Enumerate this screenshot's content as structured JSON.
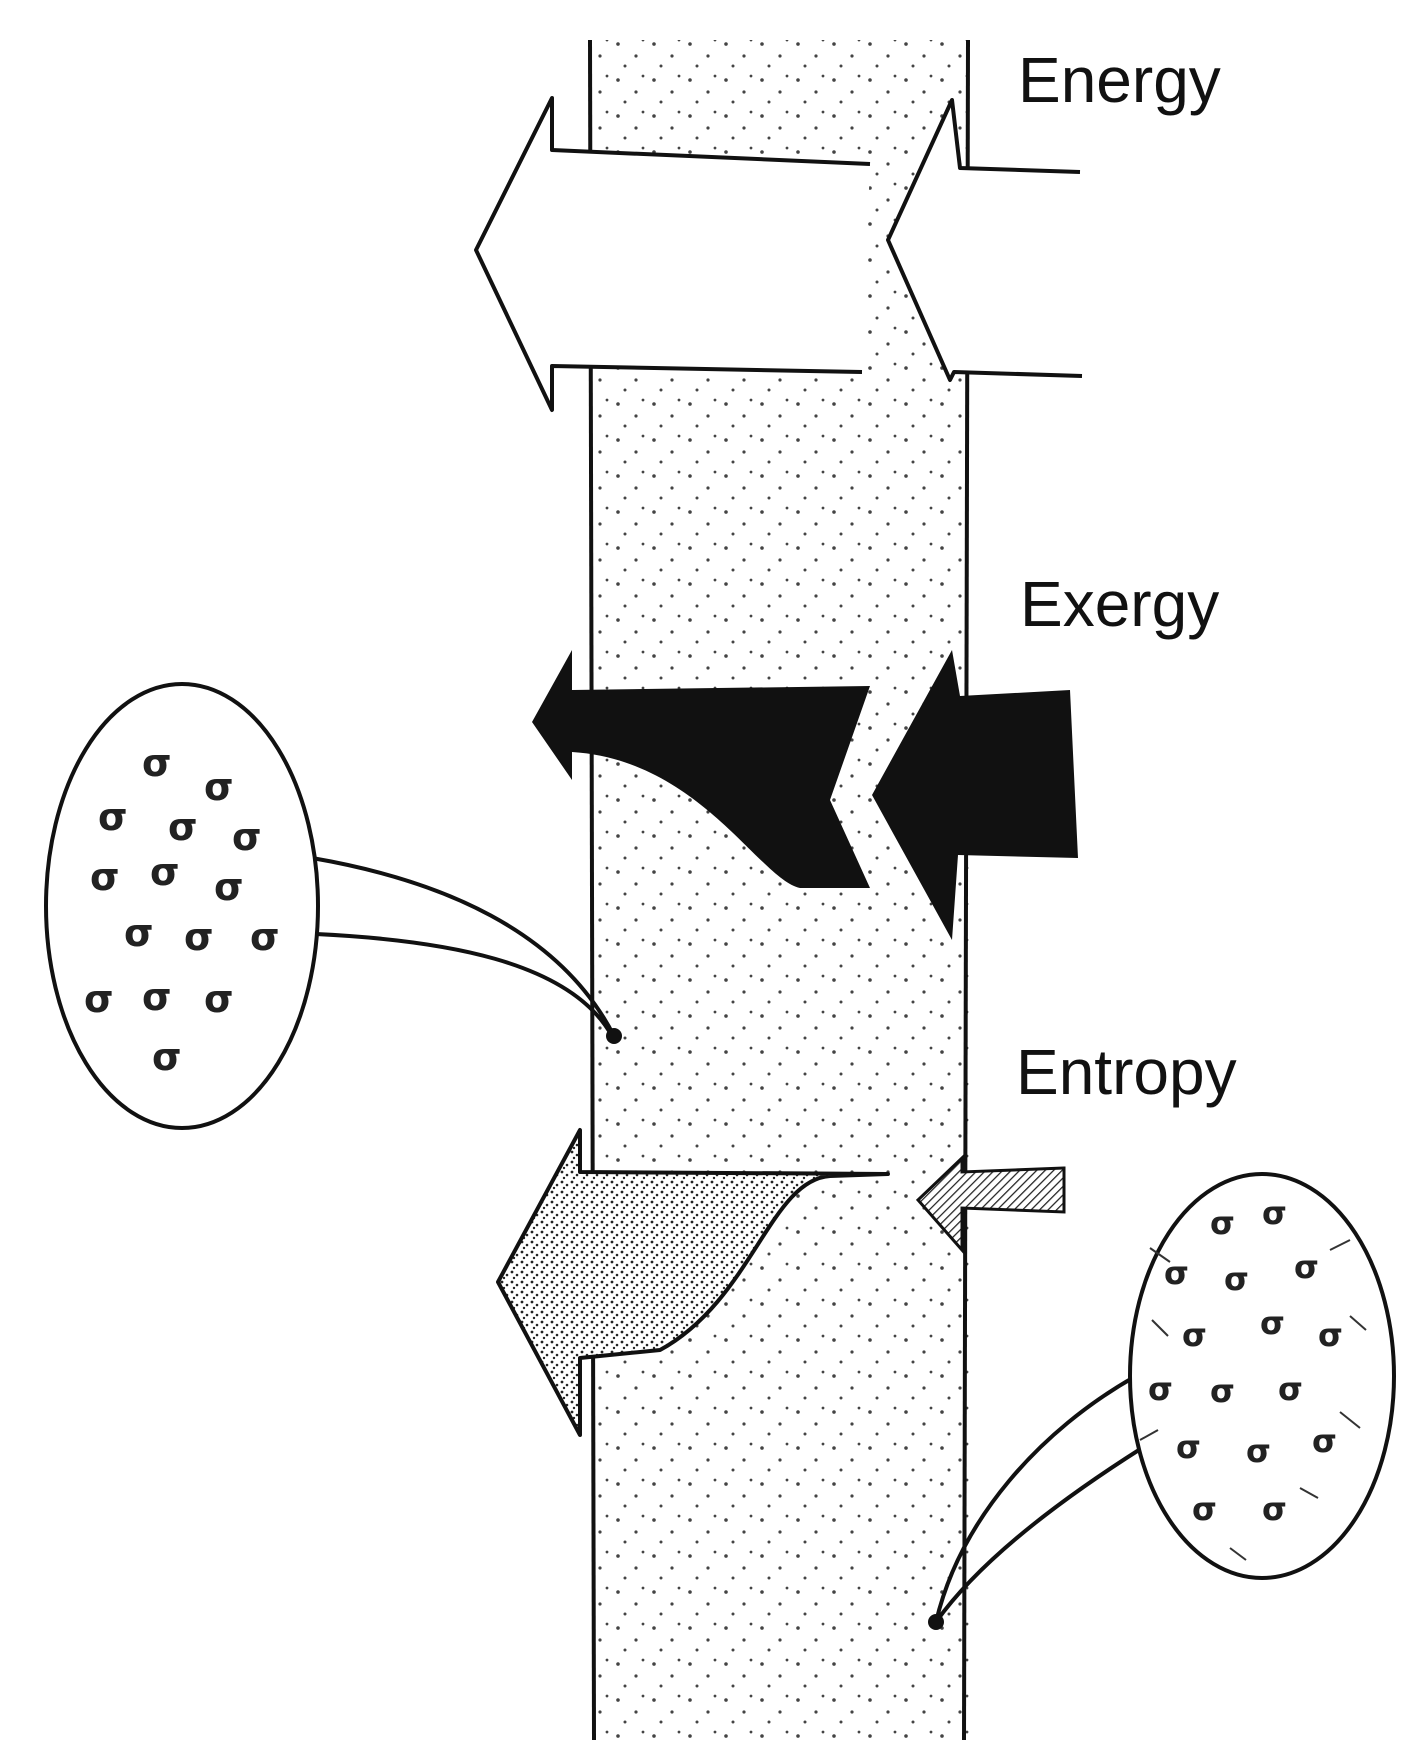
{
  "labels": {
    "energy": "Energy",
    "exergy": "Exergy",
    "entropy": "Entropy"
  },
  "colors": {
    "ink": "#111111",
    "background": "#ffffff",
    "stipple": "#444444"
  },
  "icons": {
    "left_magnifier": "ordered-molecules-icon",
    "right_magnifier": "disordered-molecules-icon"
  }
}
